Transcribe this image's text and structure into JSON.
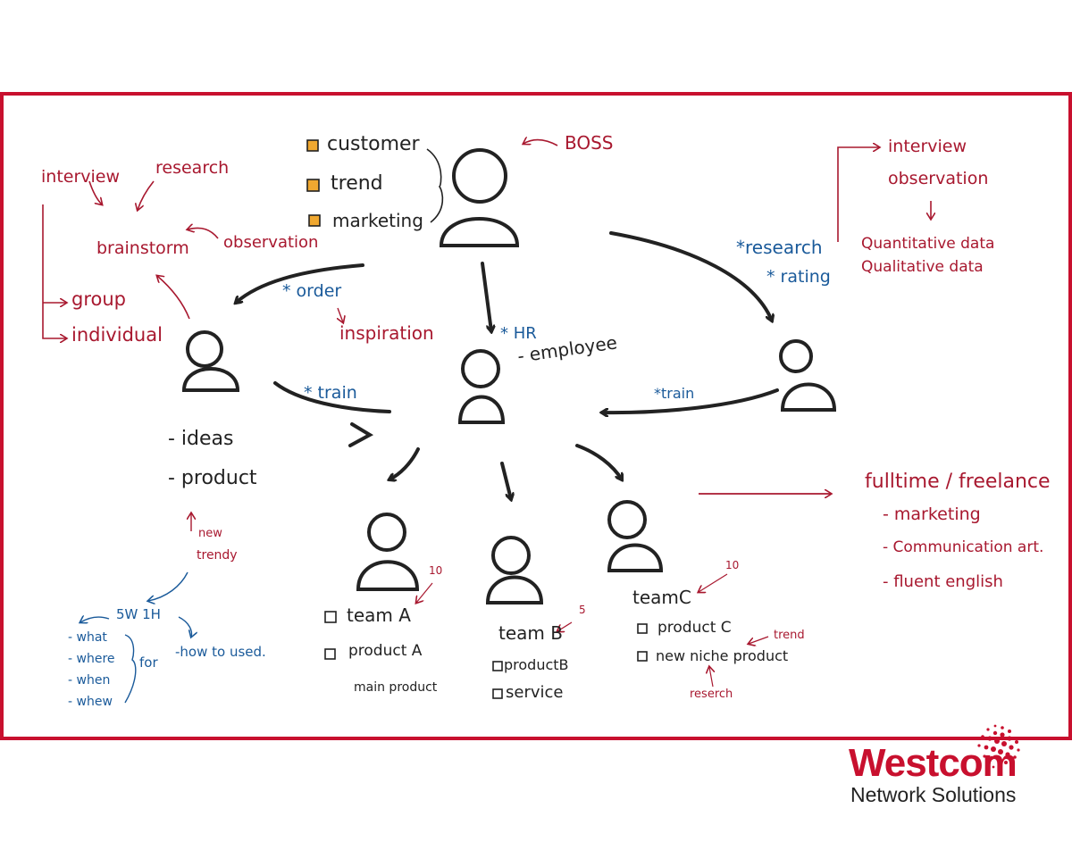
{
  "colors": {
    "frame": "#c8102e",
    "ink_red": "#a8182f",
    "ink_blue": "#1a5a9a",
    "ink_black": "#222222",
    "checkbox_fill": "#f0a830"
  },
  "boss": {
    "label": "BOSS",
    "checklist": [
      "customer",
      "trend",
      "marketing"
    ]
  },
  "left_branch": {
    "top_labels": [
      "interview",
      "research"
    ],
    "brainstorm": "brainstorm",
    "observation": "observation",
    "group": "group",
    "individual": "individual",
    "order": "* order",
    "inspiration": "inspiration",
    "train": "* train",
    "outputs": [
      "- ideas",
      "- product"
    ],
    "new_trendy": [
      "new",
      "trendy"
    ],
    "method": "5W 1H",
    "questions": [
      "- what",
      "- where",
      "- when",
      "- whew"
    ],
    "for": "for",
    "how_to_used": "-how to used."
  },
  "hr": {
    "label": "* HR",
    "employee": "- employee"
  },
  "right_branch": {
    "research": "*research",
    "rating": "* rating",
    "train": "*train",
    "interview": "interview",
    "observation": "observation",
    "data": [
      "Quantitative data",
      "Qualitative data"
    ]
  },
  "teams": {
    "team_a": {
      "label": "team A",
      "score": "10",
      "items": [
        "product A"
      ],
      "note": "main product"
    },
    "team_b": {
      "label": "team B",
      "score": "5",
      "items": [
        "productB",
        "service"
      ]
    },
    "team_c": {
      "label": "teamC",
      "score": "10",
      "items": [
        "product C",
        "new niche product"
      ],
      "trend": "trend",
      "research": "reserch"
    }
  },
  "hiring": {
    "title": "fulltime / freelance",
    "skills": [
      "- marketing",
      "- Communication art.",
      "- fluent english"
    ]
  },
  "logo": {
    "brand": "Westcom",
    "tagline": "Network Solutions"
  }
}
